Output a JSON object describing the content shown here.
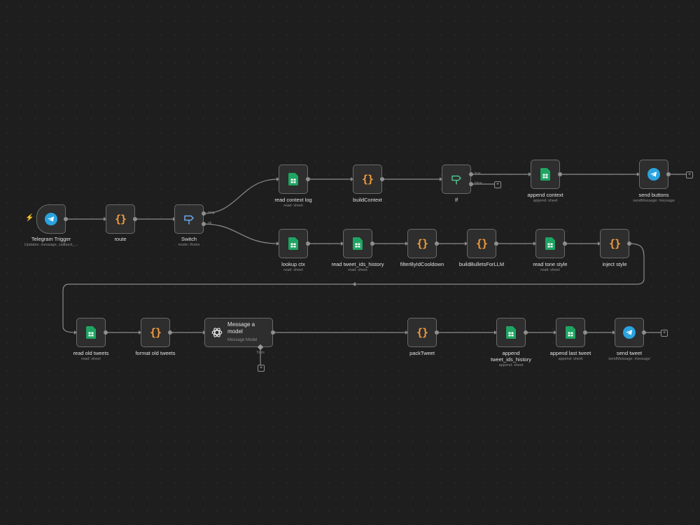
{
  "nodes": {
    "telegram_trigger": {
      "label": "Telegram Trigger",
      "sub": "Updates: message, callback_..."
    },
    "route": {
      "label": "route"
    },
    "switch": {
      "label": "Switch",
      "sub": "mode: Rules",
      "out1": "msg",
      "out2": "cb"
    },
    "read_context_log": {
      "label": "read context log",
      "sub": "read: sheet"
    },
    "build_context": {
      "label": "buildContext"
    },
    "if": {
      "label": "If",
      "out_true": "true",
      "out_false": "false"
    },
    "append_context": {
      "label": "append context",
      "sub": "append: sheet"
    },
    "send_buttons": {
      "label": "send buttons",
      "sub": "sendMessage: message"
    },
    "lookup_ctx": {
      "label": "lookup ctx",
      "sub": "read: sheet"
    },
    "read_tweet_ids_history": {
      "label": "read tweet_ids_history",
      "sub": "read: sheet"
    },
    "filter_by_id_cooldown": {
      "label": "filterByIdCooldown"
    },
    "build_bullets_for_llm": {
      "label": "buildBulletsForLLM"
    },
    "read_tone_style": {
      "label": "read tone style",
      "sub": "read: sheet"
    },
    "inject_style": {
      "label": "inject style"
    },
    "read_old_tweets": {
      "label": "read old tweets",
      "sub": "read: sheet"
    },
    "format_old_tweets": {
      "label": "format old tweets"
    },
    "message_a_model": {
      "label": "Message a model",
      "sub": "Message Model",
      "tools": "Tools"
    },
    "pack_tweet": {
      "label": "packTweet"
    },
    "append_tweet_ids_history": {
      "label": "append tweet_ids_history",
      "sub": "append: sheet"
    },
    "append_last_tweet": {
      "label": "append last tweet",
      "sub": "append: sheet"
    },
    "send_tweet": {
      "label": "send tweet",
      "sub": "sendMessage: message"
    }
  },
  "icons": {
    "telegram": "telegram-icon",
    "code": "code-braces-icon",
    "sheet": "google-sheets-icon",
    "switch": "signpost-icon",
    "openai": "openai-icon",
    "plus": "plus-icon"
  },
  "colors": {
    "background": "#1e1e1e",
    "node_border": "#6a6a6a",
    "code": "#f39c3d",
    "sheet": "#1fa463",
    "telegram": "#2aa3df",
    "switch": "#6aa7e8",
    "if": "#4fc08d",
    "trigger_bolt": "#e8603c"
  }
}
